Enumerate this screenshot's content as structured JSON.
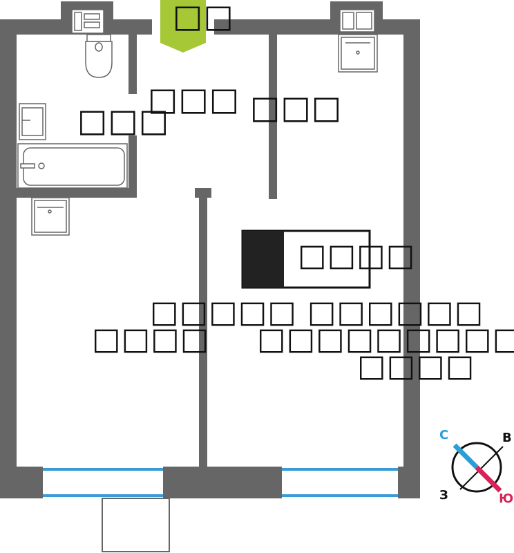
{
  "plan": {
    "entrance_label": "□□",
    "labels": {
      "hall": "□□□",
      "bathroom": "□□□",
      "corridor": "□□□",
      "bedroom": "□□□□",
      "kitchen_living_line1": "□□□□□ □□□□□□",
      "kitchen_living_line2": "□□□□□□□□□",
      "kitchen_living_line3": "□□□□",
      "stove_label": "□□□□"
    },
    "colors": {
      "wall": "#666666",
      "window": "#3a9bd6",
      "entrance_arrow": "#a6c837",
      "compass_north": "#2a9fd6",
      "compass_south": "#d6245a",
      "fixture_stroke": "#666666"
    }
  },
  "compass": {
    "north": "С",
    "east": "В",
    "west": "З",
    "south": "Ю"
  }
}
